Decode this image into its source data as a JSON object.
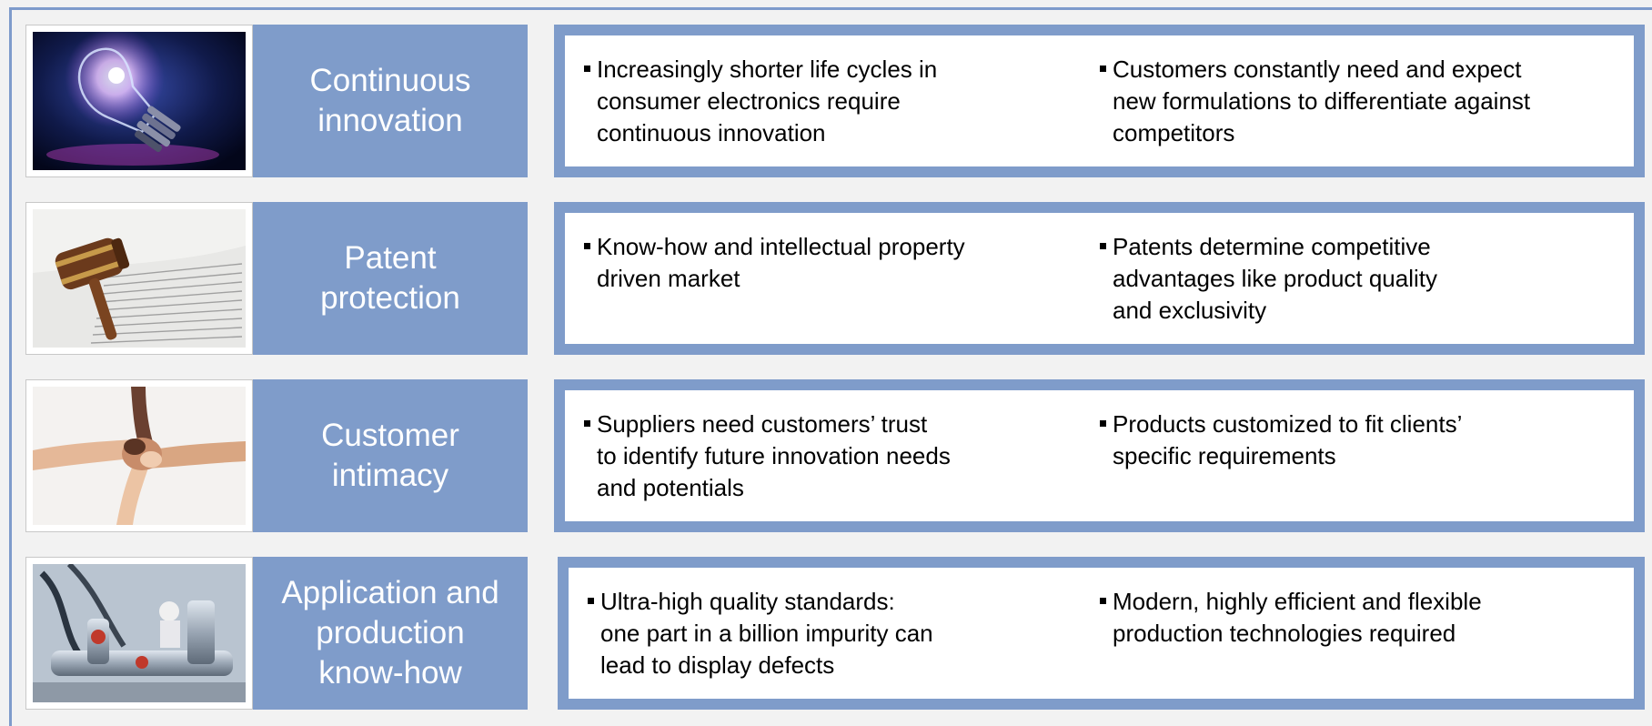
{
  "rows": [
    {
      "title": "Continuous innovation",
      "image": "glowing-lightbulb",
      "bullets": [
        "Increasingly shorter life cycles in\nconsumer electronics require\ncontinuous innovation",
        "Customers constantly need and expect\nnew formulations to differentiate against\ncompetitors"
      ]
    },
    {
      "title": "Patent protection",
      "image": "gavel-on-document",
      "bullets": [
        "Know-how and intellectual property\ndriven market",
        "Patents determine competitive\nadvantages like product quality\nand exclusivity"
      ]
    },
    {
      "title": "Customer intimacy",
      "image": "interlocked-hands",
      "bullets": [
        "Suppliers need customers’ trust\nto identify future innovation needs\nand potentials",
        "Products customized to fit clients’\nspecific requirements"
      ]
    },
    {
      "title": "Application and production know-how",
      "image": "production-machinery",
      "bullets": [
        "Ultra-high quality standards:\none part in a billion impurity can\nlead to display defects",
        "Modern, highly efficient and flexible\nproduction technologies required"
      ]
    }
  ],
  "colors": {
    "accent": "#7f9cca",
    "frame": "#7e9bcb",
    "background": "#f2f2f2"
  }
}
